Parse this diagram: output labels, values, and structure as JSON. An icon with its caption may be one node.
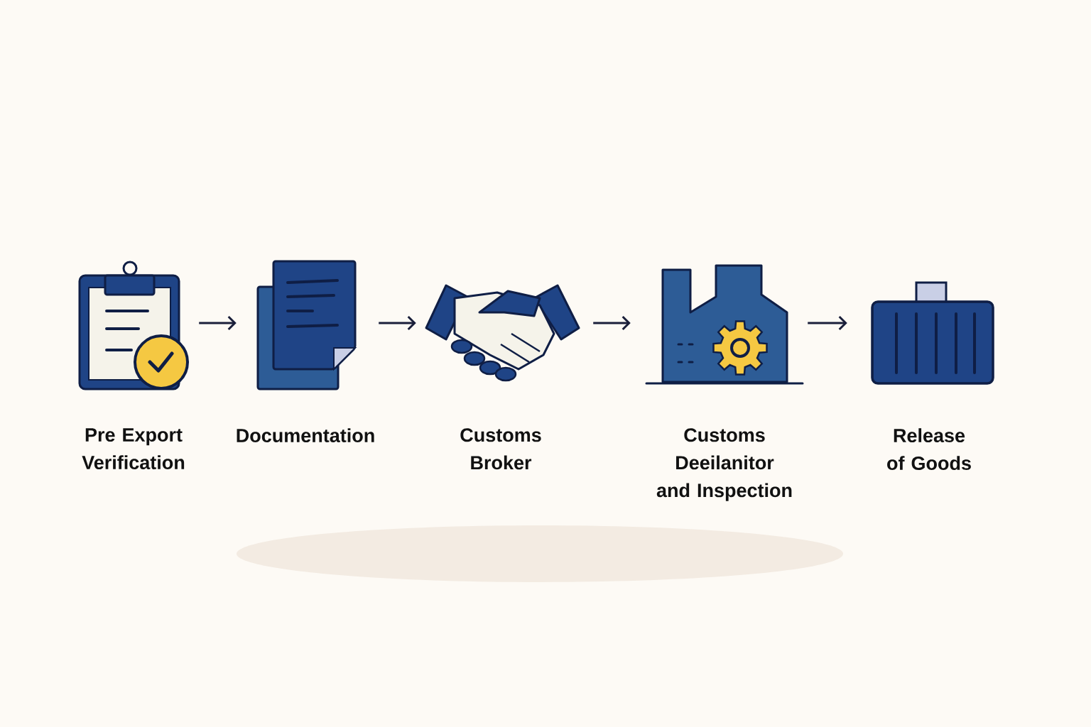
{
  "diagram": {
    "nodes": [
      {
        "text": [
          "Pre Export Verification"
        ]
      },
      {
        "text": [
          "Documentation"
        ]
      },
      {
        "text": [
          "Customs Broker"
        ]
      },
      {
        "text": [
          "Customs Deeilanitor and Inspection"
        ]
      },
      {
        "text": [
          "Release of Goods"
        ]
      }
    ],
    "edges": [
      {
        "from": 0,
        "to": 1,
        "arrow": "to"
      },
      {
        "from": 1,
        "to": 2,
        "arrow": "to"
      },
      {
        "from": 2,
        "to": 3,
        "arrow": "to"
      },
      {
        "from": 3,
        "to": 4,
        "arrow": "to"
      }
    ]
  }
}
